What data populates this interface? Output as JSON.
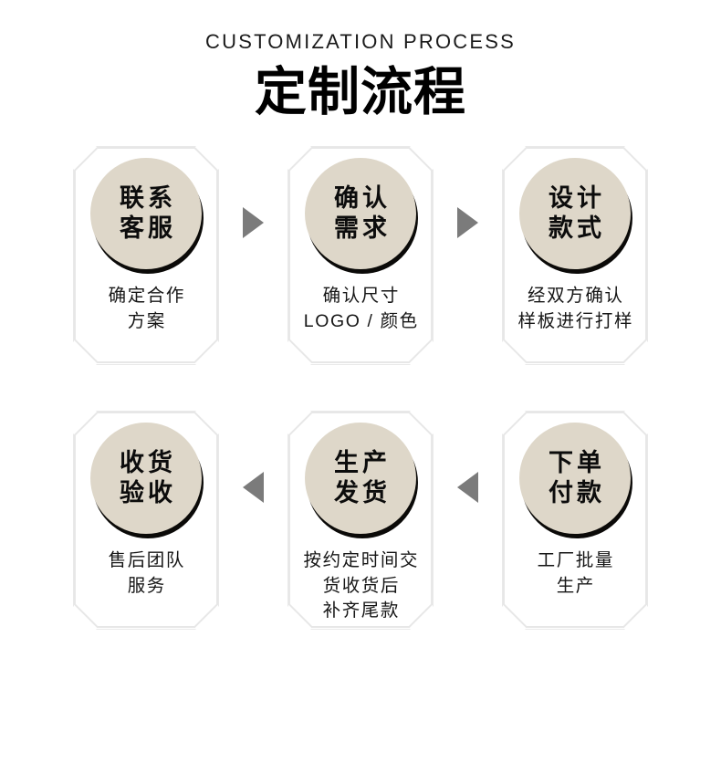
{
  "header": {
    "eyebrow": "CUSTOMIZATION PROCESS",
    "title": "定制流程"
  },
  "arrows": {
    "right_1": "arrow-right",
    "right_2": "arrow-right",
    "down": "arrow-down",
    "left_1": "arrow-left",
    "left_2": "arrow-left"
  },
  "colors": {
    "badge_fill": "#ded7c9",
    "badge_shadow": "#0b0a08",
    "card_border": "#e7e7e7",
    "arrow": "#7b7b7b",
    "text": "#111111",
    "background": "#ffffff"
  },
  "steps": [
    {
      "index": 1,
      "badge_lines": [
        "联系",
        "客服"
      ],
      "caption_lines": [
        "确定合作",
        "方案"
      ]
    },
    {
      "index": 2,
      "badge_lines": [
        "确认",
        "需求"
      ],
      "caption_lines": [
        "确认尺寸",
        "LOGO / 颜色"
      ]
    },
    {
      "index": 3,
      "badge_lines": [
        "设计",
        "款式"
      ],
      "caption_lines": [
        "经双方确认",
        "样板进行打样"
      ]
    },
    {
      "index": 4,
      "badge_lines": [
        "下单",
        "付款"
      ],
      "caption_lines": [
        "工厂批量",
        "生产"
      ]
    },
    {
      "index": 5,
      "badge_lines": [
        "生产",
        "发货"
      ],
      "caption_lines": [
        "按约定时间交",
        "货收货后",
        "补齐尾款"
      ]
    },
    {
      "index": 6,
      "badge_lines": [
        "收货",
        "验收"
      ],
      "caption_lines": [
        "售后团队",
        "服务"
      ]
    }
  ]
}
